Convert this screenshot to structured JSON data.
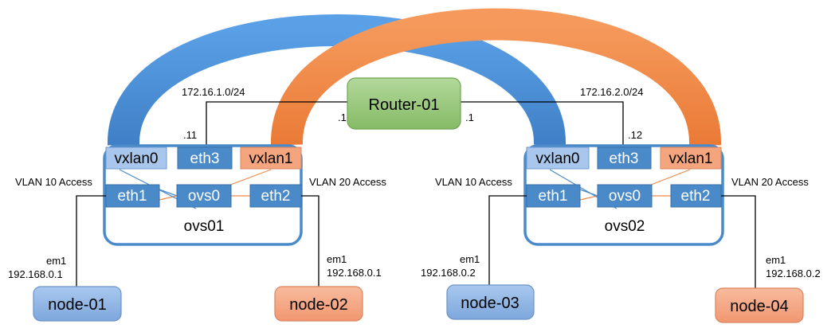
{
  "router": {
    "label": "Router-01",
    "left_if": ".1",
    "right_if": ".1"
  },
  "networks": {
    "left": "172.16.1.0/24",
    "right": "172.16.2.0/24"
  },
  "ovs01": {
    "name": "ovs01",
    "eth3_ip": ".11",
    "ports": {
      "vxlan0": "vxlan0",
      "eth3": "eth3",
      "vxlan1": "vxlan1",
      "eth1": "eth1",
      "ovs0": "ovs0",
      "eth2": "eth2"
    },
    "vlan_left": "VLAN 10 Access",
    "vlan_right": "VLAN 20 Access"
  },
  "ovs02": {
    "name": "ovs02",
    "eth3_ip": ".12",
    "ports": {
      "vxlan0": "vxlan0",
      "eth3": "eth3",
      "vxlan1": "vxlan1",
      "eth1": "eth1",
      "ovs0": "ovs0",
      "eth2": "eth2"
    },
    "vlan_left": "VLAN 10 Access",
    "vlan_right": "VLAN 20 Access"
  },
  "nodes": [
    {
      "label": "node-01",
      "iface": "em1",
      "ip": "192.168.0.1"
    },
    {
      "label": "node-02",
      "iface": "em1",
      "ip": "192.168.0.1"
    },
    {
      "label": "node-03",
      "iface": "em1",
      "ip": "192.168.0.2"
    },
    {
      "label": "node-04",
      "iface": "em1",
      "ip": "192.168.0.2"
    }
  ],
  "colors": {
    "blue_tunnel": "#4a8fd6",
    "orange_tunnel": "#ef8a4a",
    "port_fill": "#4a8ac8",
    "port_light": "#a9c6ec",
    "port_orange": "#f5a57e",
    "router_fill": "#98c77a",
    "node_blue": "#8eb4e3",
    "node_orange": "#f5a483",
    "ovs_border": "#4a8ac8"
  }
}
